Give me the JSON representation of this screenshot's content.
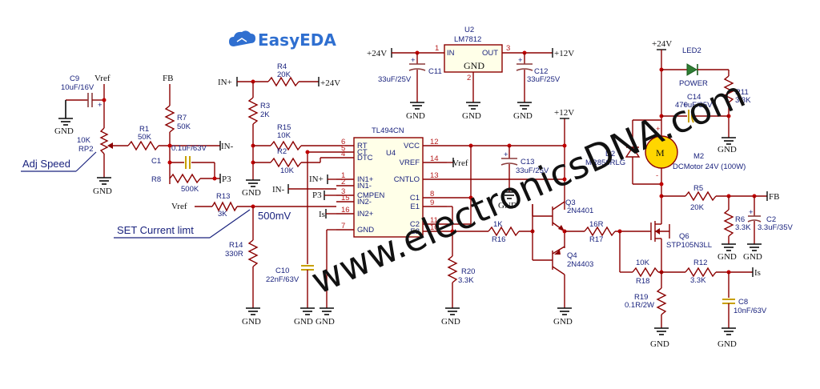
{
  "logo": {
    "text": "EasyEDA",
    "color": "#2f6fd0"
  },
  "watermark": {
    "text": "www.electronicsDNA.com"
  },
  "notes": {
    "adj_speed": "Adj Speed",
    "set_current": "SET Current limt",
    "voltage_500": "500mV"
  },
  "ic_tl494": {
    "ref": "U4",
    "part": "TL494CN",
    "left_pins": [
      {
        "num": "6",
        "name": "RT"
      },
      {
        "num": "5",
        "name": "CT"
      },
      {
        "num": "4",
        "name": "DTC"
      },
      {
        "num": "1",
        "name": "IN1+"
      },
      {
        "num": "2",
        "name": "IN1-"
      },
      {
        "num": "3",
        "name": "CMPEN"
      },
      {
        "num": "15",
        "name": "IN2-"
      },
      {
        "num": "16",
        "name": "IN2+"
      },
      {
        "num": "7",
        "name": "GND"
      }
    ],
    "right_pins": [
      {
        "num": "12",
        "name": "VCC"
      },
      {
        "num": "14",
        "name": "VREF"
      },
      {
        "num": "13",
        "name": "CNTLO"
      },
      {
        "num": "8",
        "name": "C1"
      },
      {
        "num": "9",
        "name": "E1"
      },
      {
        "num": "11",
        "name": "C2"
      },
      {
        "num": "10",
        "name": "E2"
      }
    ]
  },
  "regulator": {
    "ref": "U2",
    "part": "LM7812",
    "in_label": "IN",
    "out_label": "OUT",
    "gnd_label": "GND",
    "pin_in": "1",
    "pin_out": "3",
    "pin_gnd": "2"
  },
  "components": {
    "C9": {
      "ref": "C9",
      "value": "10uF/16V"
    },
    "RP2": {
      "ref": "RP2",
      "value": "10K"
    },
    "R1": {
      "ref": "R1",
      "value": "50K"
    },
    "R7": {
      "ref": "R7",
      "value": "50K"
    },
    "C1": {
      "ref": "C1",
      "value": "0.1uF/63V"
    },
    "R8": {
      "ref": "R8",
      "value": "500K"
    },
    "R4": {
      "ref": "R4",
      "value": "20K"
    },
    "R3": {
      "ref": "R3",
      "value": "2K"
    },
    "R15": {
      "ref": "R15",
      "value": "10K"
    },
    "R2": {
      "ref": "R2",
      "value": "10K"
    },
    "R13": {
      "ref": "R13",
      "value": "3K"
    },
    "R14": {
      "ref": "R14",
      "value": "330R"
    },
    "C10": {
      "ref": "C10",
      "value": "22nF/63V"
    },
    "C11": {
      "ref": "C11",
      "value": "33uF/25V"
    },
    "C12": {
      "ref": "C12",
      "value": "33uF/25V"
    },
    "C13": {
      "ref": "C13",
      "value": "33uF/25V"
    },
    "R20": {
      "ref": "R20",
      "value": "3.3K"
    },
    "R16": {
      "ref": "R16",
      "value": "1K"
    },
    "Q3": {
      "ref": "Q3",
      "value": "2N4401"
    },
    "Q4": {
      "ref": "Q4",
      "value": "2N4403"
    },
    "R17": {
      "ref": "R17",
      "value": "16R"
    },
    "LED2": {
      "ref": "LED2",
      "value": "POWER"
    },
    "R11": {
      "ref": "R11",
      "value": "3.3K"
    },
    "C14": {
      "ref": "C14",
      "value": "470uF/35V"
    },
    "D2": {
      "ref": "D2",
      "value": "MR856RLG"
    },
    "M2": {
      "ref": "M2",
      "value": "DCMotor 24V (100W)"
    },
    "R5": {
      "ref": "R5",
      "value": "20K"
    },
    "R6": {
      "ref": "R6",
      "value": "3.3K"
    },
    "C2": {
      "ref": "C2",
      "value": "3.3uF/35V"
    },
    "Q6": {
      "ref": "Q6",
      "value": "STP105N3LL"
    },
    "R18": {
      "ref": "R18",
      "value": "10K"
    },
    "R12": {
      "ref": "R12",
      "value": "3.3K"
    },
    "R19": {
      "ref": "R19",
      "value": "0.1R/2W"
    },
    "C8": {
      "ref": "C8",
      "value": "10nF/63V"
    }
  },
  "nets": {
    "vref": "Vref",
    "fb": "FB",
    "in_plus": "IN+",
    "in_minus": "IN-",
    "p3": "P3",
    "is": "Is",
    "v24": "+24V",
    "v12": "+12V",
    "gnd": "GND",
    "m_label": "M",
    "plus": "+",
    "minus": "-"
  }
}
